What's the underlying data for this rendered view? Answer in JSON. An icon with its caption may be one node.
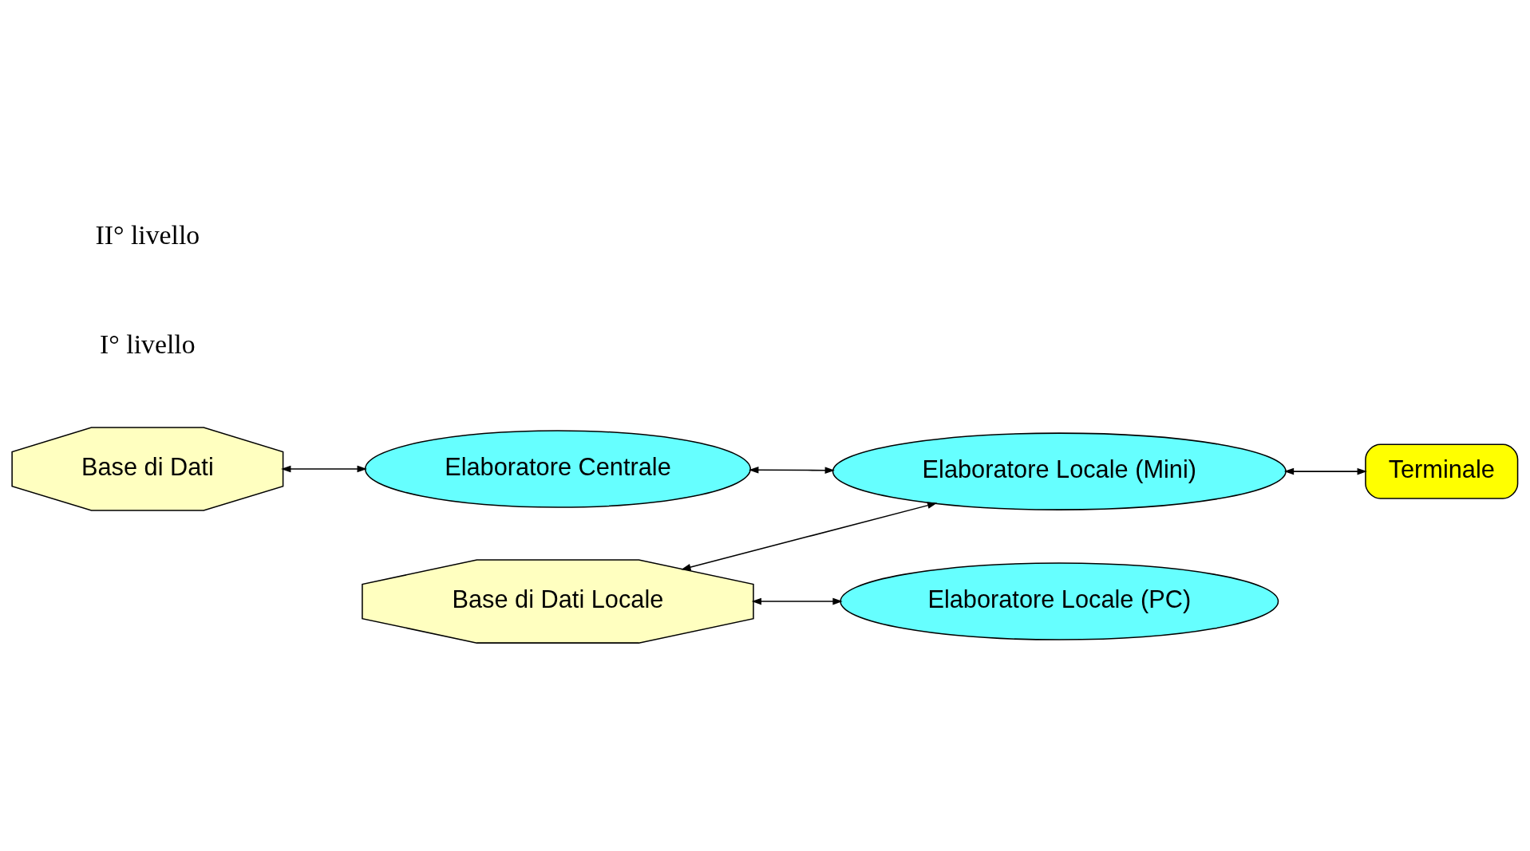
{
  "diagram": {
    "nodes": [
      {
        "text": [
          "Base di Dati"
        ]
      },
      {
        "text": [
          "Elaboratore Centrale"
        ]
      },
      {
        "text": [
          "Base di Dati Locale"
        ]
      },
      {
        "text": [
          "Elaboratore Locale (PC)"
        ]
      },
      {
        "text": [
          "Elaboratore Locale (Mini)"
        ]
      },
      {
        "text": [
          "Terminale"
        ]
      }
    ],
    "edges": [
      {
        "from": 0,
        "to": 1,
        "arrow": "both"
      },
      {
        "from": 2,
        "to": 3,
        "arrow": "both"
      },
      {
        "from": 2,
        "to": 4,
        "arrow": "both"
      },
      {
        "from": 1,
        "to": 4,
        "arrow": "both"
      },
      {
        "from": 4,
        "to": 5,
        "arrow": "both"
      }
    ],
    "labels": [
      "I° livello",
      "II° livello"
    ]
  }
}
